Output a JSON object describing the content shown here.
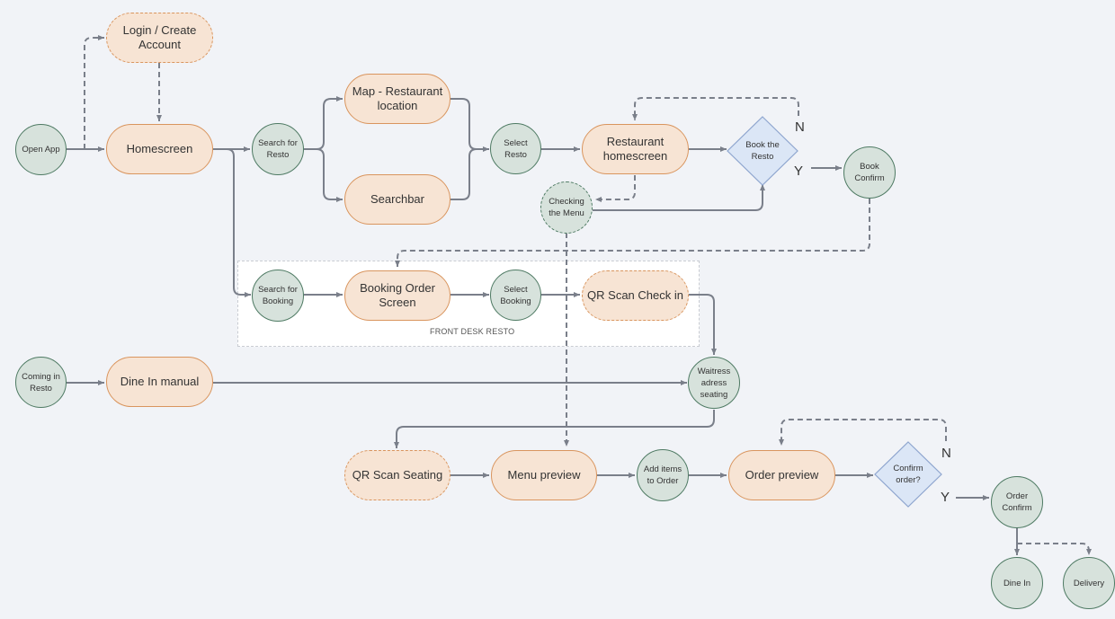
{
  "colors": {
    "background": "#f1f3f7",
    "process_fill": "#f7e4d4",
    "process_border": "#d9955e",
    "circle_fill": "#d7e2dc",
    "circle_border": "#4e7a63",
    "decision_fill": "#dbe6f6",
    "decision_border": "#8fa6cf",
    "connector": "#7a7f8a"
  },
  "nodes": {
    "open_app": "Open App",
    "login": "Login / Create\nAccount",
    "homescreen": "Homescreen",
    "search_resto": "Search for\nResto",
    "map_location": "Map - Restaurant\nlocation",
    "searchbar": "Searchbar",
    "select_resto": "Select\nResto",
    "restaurant_homescreen": "Restaurant\nhomescreen",
    "book_resto": "Book the\nResto",
    "book_confirm": "Book\nConfirm",
    "checking_menu": "Checking\nthe Menu",
    "search_booking": "Search for\nBooking",
    "booking_order": "Booking Order\nScreen",
    "select_booking": "Select\nBooking",
    "qr_checkin": "QR Scan Check in",
    "coming_resto": "Coming in\nResto",
    "dine_in_manual": "Dine In manual",
    "waitress": "Waitress\nadress\nseating",
    "qr_seating": "QR Scan Seating",
    "menu_preview": "Menu preview",
    "add_items": "Add items\nto Order",
    "order_preview": "Order preview",
    "confirm_order": "Confirm\norder?",
    "order_confirm": "Order\nConfirm",
    "dine_in": "Dine In",
    "delivery": "Delivery"
  },
  "labels": {
    "front_desk": "FRONT DESK RESTO",
    "book_yes": "Y",
    "book_no": "N",
    "order_yes": "Y",
    "order_no": "N"
  }
}
